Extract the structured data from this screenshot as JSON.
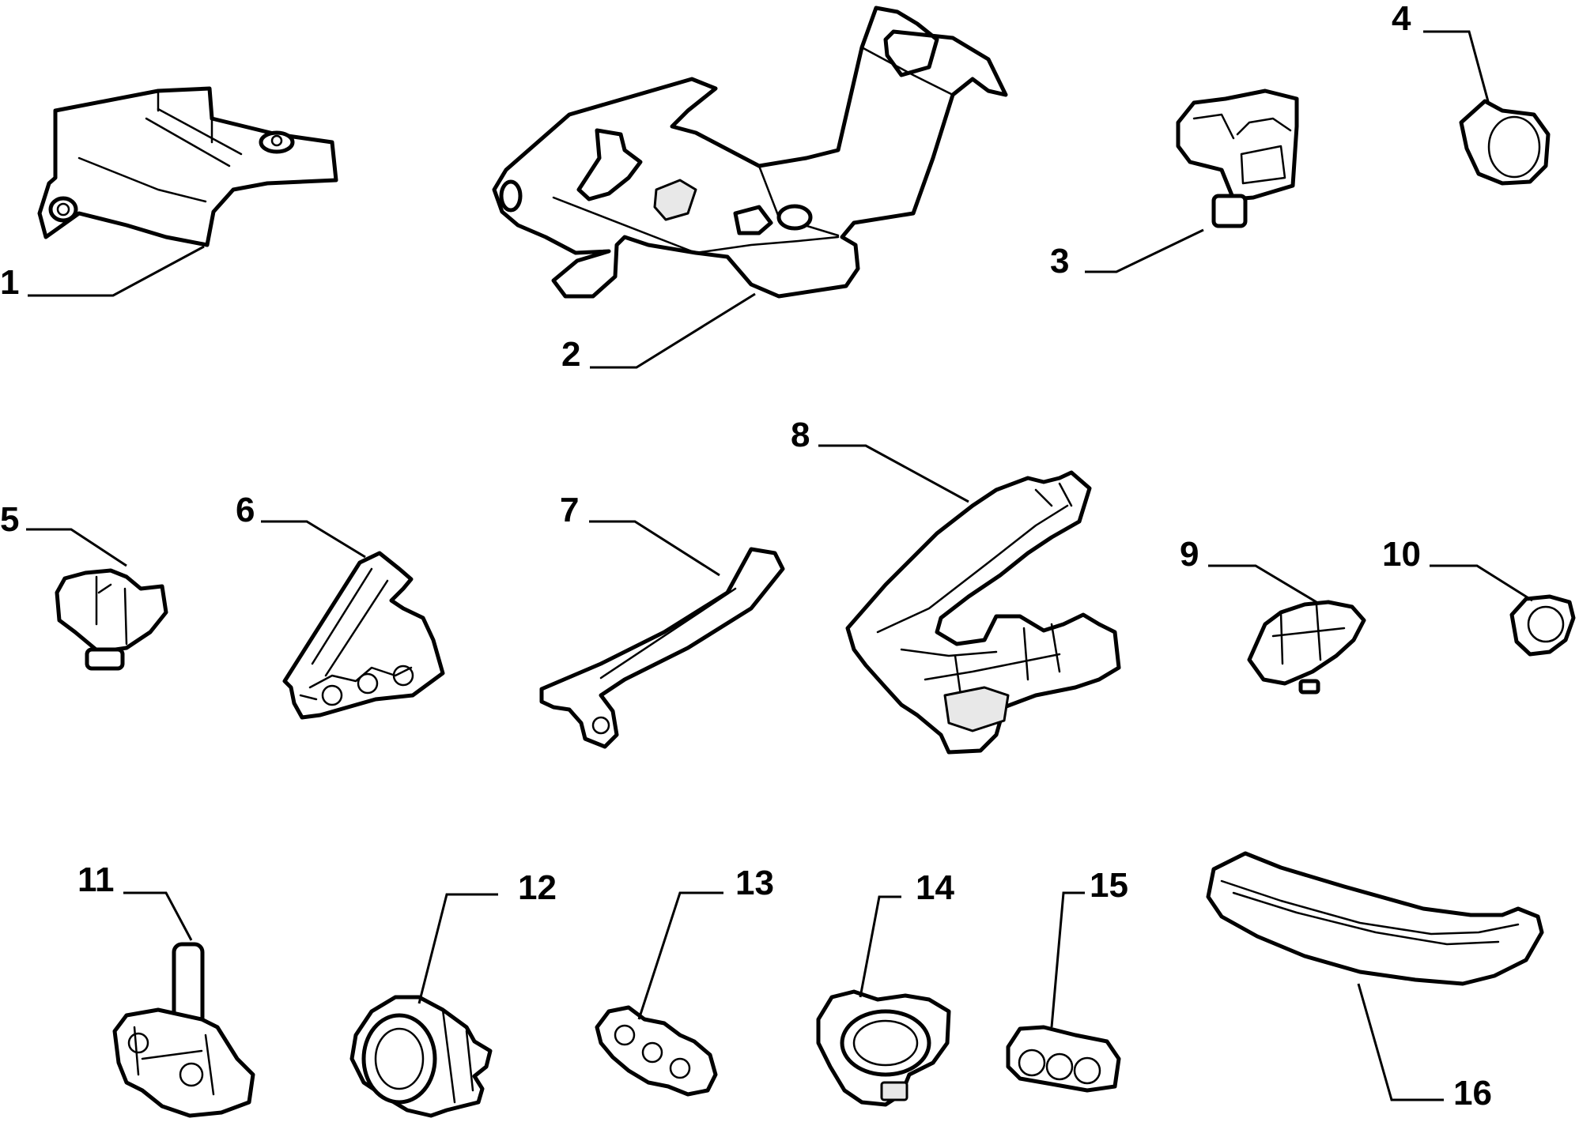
{
  "callouts": [
    "1",
    "2",
    "3",
    "4",
    "5",
    "6",
    "7",
    "8",
    "9",
    "10",
    "11",
    "12",
    "13",
    "14",
    "15",
    "16"
  ],
  "colors": {
    "line": "#000000",
    "background": "#ffffff",
    "shade": "#e8e8e8"
  }
}
